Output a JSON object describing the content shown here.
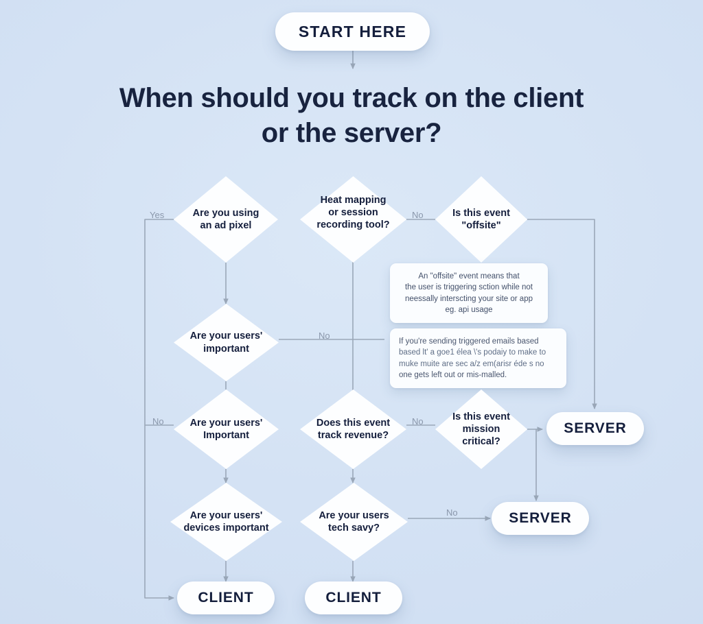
{
  "page": {
    "background_color": "#d6e4f5",
    "node_fill": "#fdfeff",
    "text_color": "#141e3c",
    "wire_color": "#9aa7b8",
    "label_color": "#8a97ab"
  },
  "headline": {
    "line1": "When should you track on the client",
    "line2": "or the server?"
  },
  "start_node": {
    "label": "START HERE"
  },
  "decisions": [
    {
      "id": "ad-pixel",
      "label": "Are you using\nan ad pixel"
    },
    {
      "id": "heat-mapping",
      "label": "Heat mapping\nor session\nrecording tool?"
    },
    {
      "id": "offsite",
      "label": "Is this event\n\"offsite\""
    },
    {
      "id": "users-important",
      "label": "Are your users'\nimportant"
    },
    {
      "id": "users-important2",
      "label": "Are your users'\nImportant"
    },
    {
      "id": "track-revenue",
      "label": "Does this event\ntrack revenue?"
    },
    {
      "id": "mission-critical",
      "label": "Is this event\nmission critical?"
    },
    {
      "id": "devices",
      "label": "Are your users'\ndevices important"
    },
    {
      "id": "tech-savy",
      "label": "Are your users\ntech savy?"
    }
  ],
  "notes": [
    {
      "id": "offsite-note",
      "lines": [
        "An \"offsite\" event means that",
        "the user is triggering sction while not",
        "neessally interscting your site or app",
        "eg. api usage"
      ]
    },
    {
      "id": "triggered-emails-note",
      "lines": [
        "If you're sending triggered emails based",
        "based lt' a goe1 élea \\'s podaiy to make to",
        "muke muite are sec a/z em(arisr éde s no",
        "one gets left out or mis-malled."
      ]
    }
  ],
  "terminators": [
    {
      "id": "server-top",
      "label": "SERVER"
    },
    {
      "id": "server-bottom",
      "label": "SERVER"
    },
    {
      "id": "client-left",
      "label": "CLIENT"
    },
    {
      "id": "client-mid",
      "label": "CLIENT"
    }
  ],
  "edge_labels": [
    {
      "id": "yes-ad-pixel",
      "text": "Yes"
    },
    {
      "id": "no-heat-mapping",
      "text": "No"
    },
    {
      "id": "no-users-important",
      "text": "No"
    },
    {
      "id": "no-users-important2",
      "text": "No"
    },
    {
      "id": "no-track-revenue",
      "text": "No"
    },
    {
      "id": "no-tech-savy",
      "text": "No"
    }
  ]
}
